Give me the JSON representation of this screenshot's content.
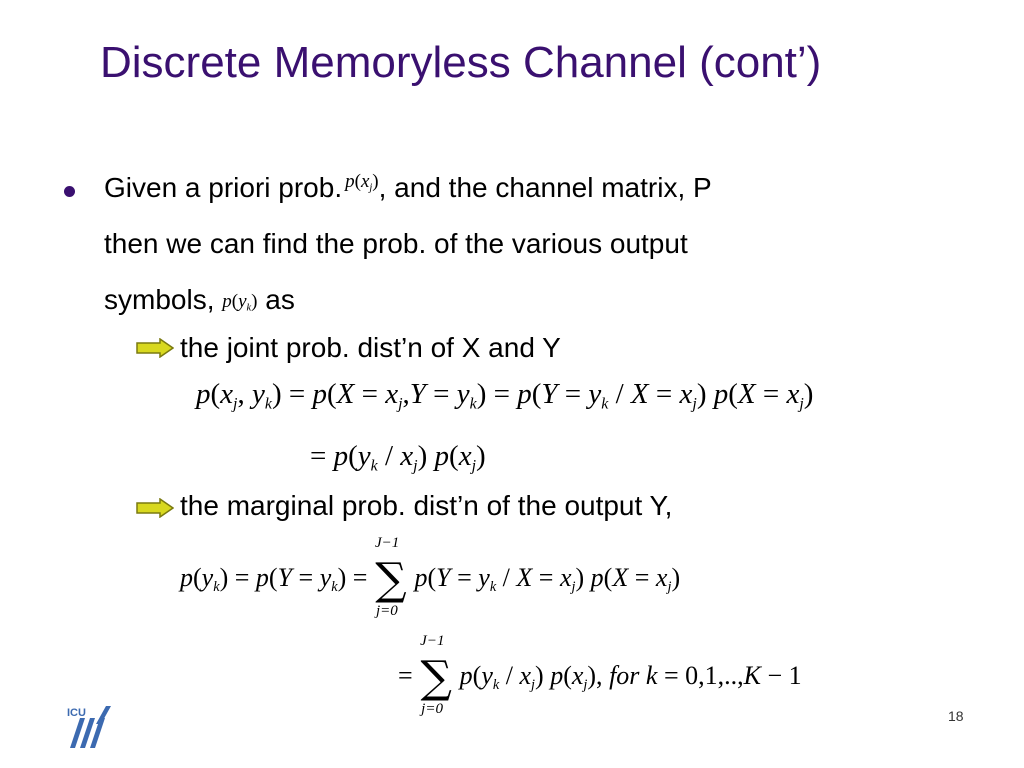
{
  "slide": {
    "title": "Discrete Memoryless Channel (cont’)",
    "bullet_line1_a": "Given a priori prob.",
    "bullet_line1_b": ", and the channel matrix, P",
    "bullet_line2": "then we can find the prob. of the various output",
    "bullet_line3_a": "symbols,",
    "bullet_line3_b": "as",
    "sub1": "the joint prob. dist’n of X and Y",
    "sub2": "the marginal prob. dist’n of the output Y,",
    "page_number": "18",
    "logo_text": "ICU"
  },
  "colors": {
    "title": "#3a1070",
    "bullet": "#3a1070",
    "arrow_fill": "#d8d820",
    "arrow_stroke": "#7a7a10",
    "logo": "#3c6ab0"
  }
}
